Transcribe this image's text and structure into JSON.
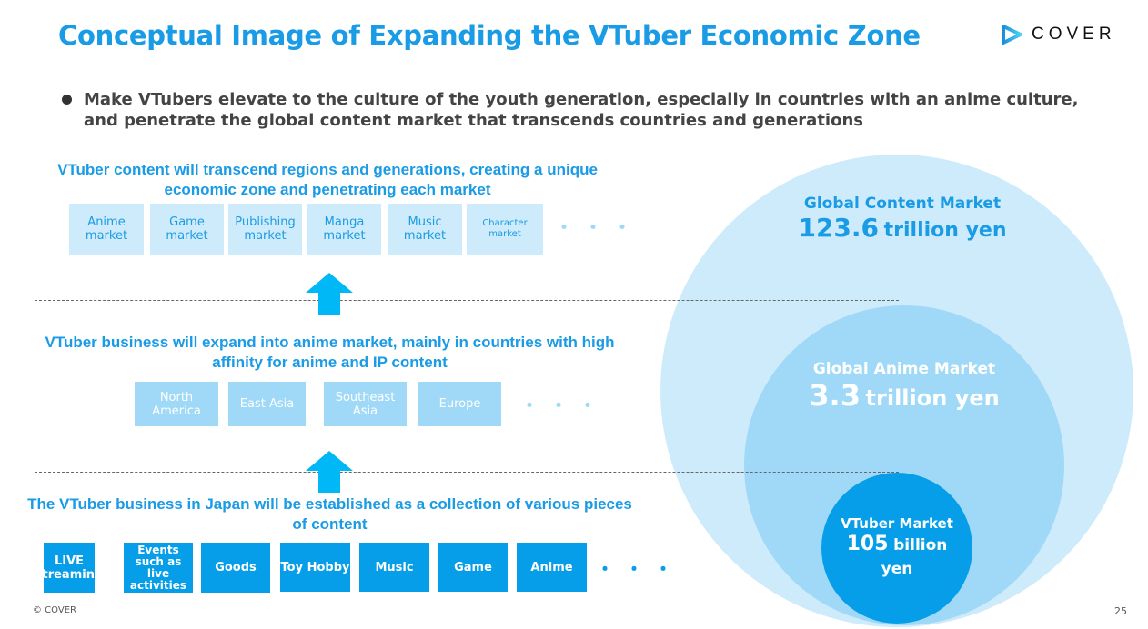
{
  "title": "Conceptual Image of Expanding the VTuber Economic Zone",
  "logo": "COVER",
  "bullet": "Make VTubers elevate to the culture of the youth generation, especially in countries with an anime culture, and penetrate the global content market that transcends countries and generations",
  "tier3": {
    "heading": "VTuber content will transcend regions and generations, creating a unique economic zone and penetrating each market",
    "items": [
      "Anime market",
      "Game market",
      "Publishing market",
      "Manga market",
      "Music market",
      "Character market"
    ],
    "more": "・・・"
  },
  "tier2": {
    "heading": "VTuber business will expand into anime market, mainly in countries with high affinity for anime and IP content",
    "items": [
      "North America",
      "East Asia",
      "Southeast Asia",
      "Europe"
    ],
    "more": "・・・"
  },
  "tier1": {
    "heading": "The VTuber business in Japan will be established as a collection of various pieces of content",
    "items": [
      "LIVE streaming",
      "Events such as live activities",
      "Goods",
      "Toy Hobby",
      "Music",
      "Game",
      "Anime"
    ],
    "more": "・・・"
  },
  "markets": {
    "global": {
      "label": "Global Content Market",
      "value": "123.6",
      "unit": "trillion yen"
    },
    "anime": {
      "label": "Global Anime Market",
      "value": "3.3",
      "unit": "trillion yen"
    },
    "vtuber": {
      "label": "VTuber Market",
      "value": "105",
      "unit": "billion",
      "unit2": "yen"
    }
  },
  "footer": {
    "copyright": "© COVER",
    "page": "25"
  }
}
